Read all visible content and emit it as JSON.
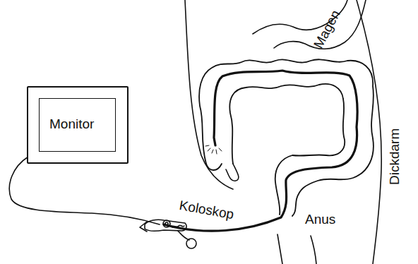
{
  "diagram": {
    "nodes": [
      {
        "text": [
          "Monitor"
        ]
      }
    ],
    "labels": [
      "Magen",
      "Dickdarm",
      "Koloskop",
      "Anus"
    ]
  }
}
